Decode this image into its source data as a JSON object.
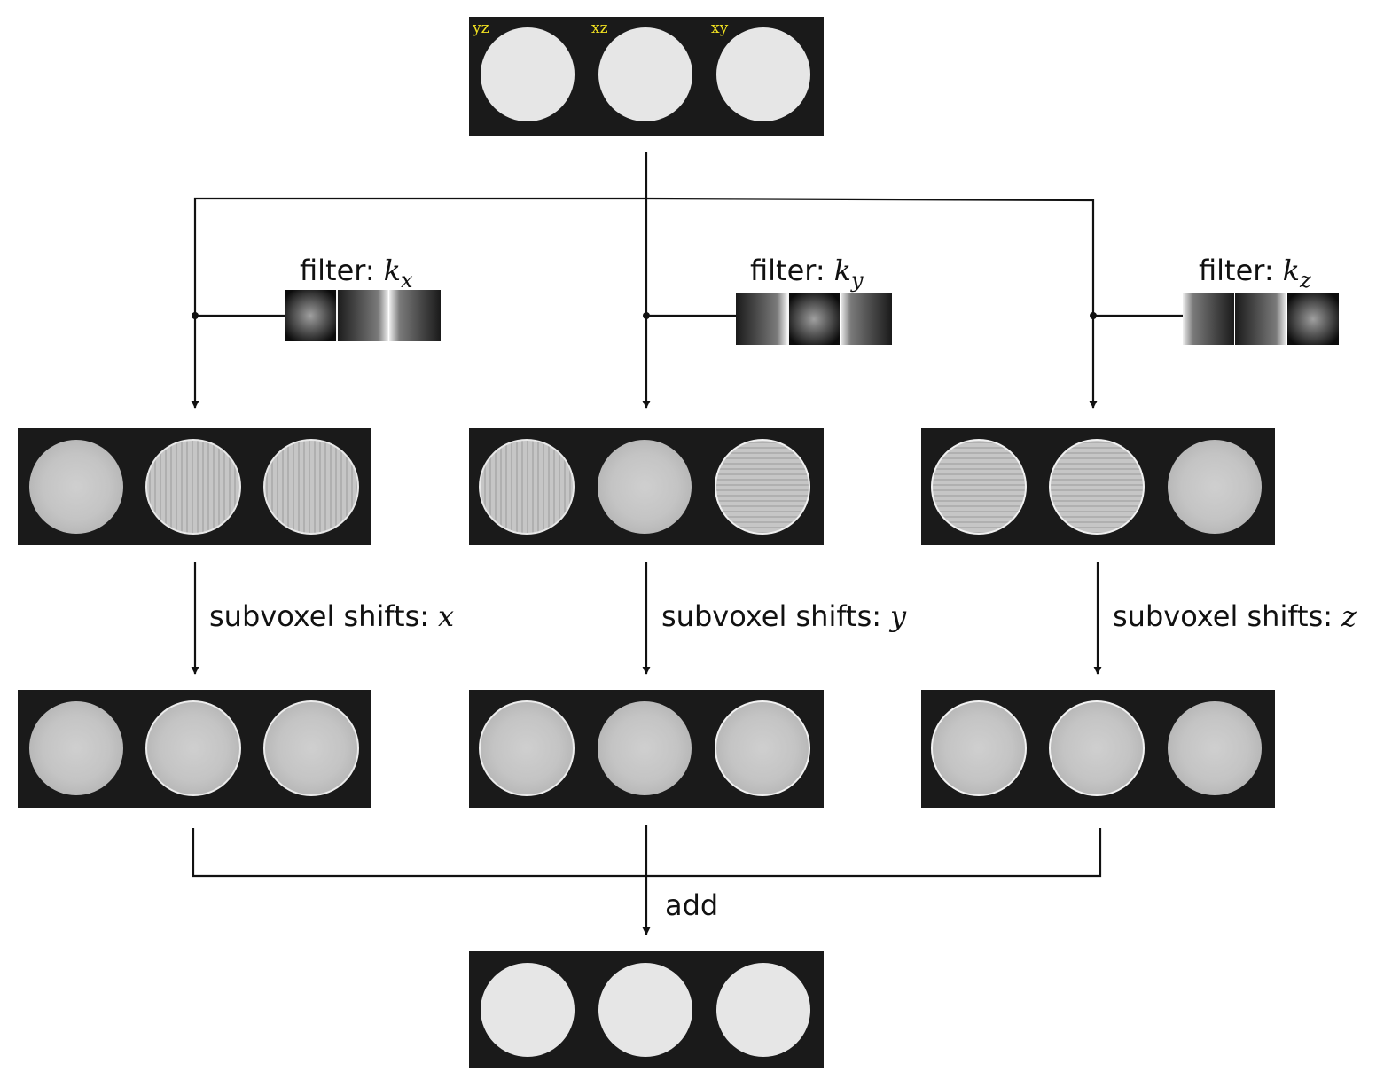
{
  "input_panel": {
    "planes": [
      "yz",
      "xz",
      "xy"
    ]
  },
  "branches": [
    {
      "filter_label": "filter:",
      "filter_kernel": "k",
      "filter_axis": "x",
      "shift_label": "subvoxel shifts:",
      "shift_axis": "x"
    },
    {
      "filter_label": "filter:",
      "filter_kernel": "k",
      "filter_axis": "y",
      "shift_label": "subvoxel shifts:",
      "shift_axis": "y"
    },
    {
      "filter_label": "filter:",
      "filter_kernel": "k",
      "filter_axis": "z",
      "shift_label": "subvoxel shifts:",
      "shift_axis": "z"
    }
  ],
  "combine_label": "add",
  "colors": {
    "panel_bg": "#1a1a1a",
    "disk_fill": "#c8c8c8",
    "disk_bright": "#e6e6e6",
    "plane_label": "#f0e020",
    "line": "#111111"
  }
}
